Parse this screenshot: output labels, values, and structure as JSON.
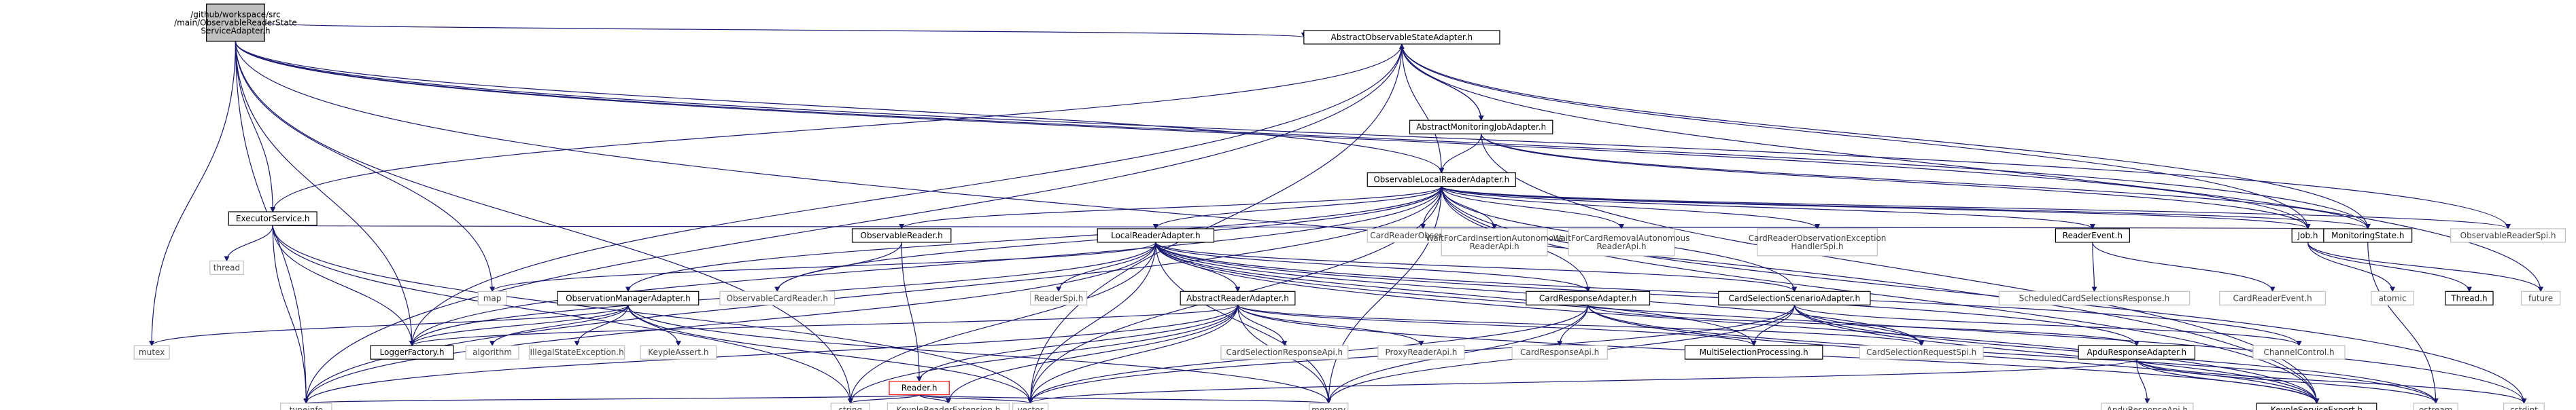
{
  "colors": {
    "edge": "#191970",
    "node_border": "#000000",
    "node_fill": "#ffffff",
    "plain_border": "#bfbfbf",
    "plain_text": "#3f3f3f",
    "focus_fill": "#bfbfbf",
    "red": "#ff0000"
  },
  "nodes": [
    {
      "id": "root",
      "lines": [
        "/github/workspace/src",
        "/main/ObservableReaderState",
        "ServiceAdapter.h"
      ],
      "kind": "focus"
    },
    {
      "id": "aosa",
      "lines": [
        "AbstractObservableStateAdapter.h"
      ],
      "kind": "boxed"
    },
    {
      "id": "amja",
      "lines": [
        "AbstractMonitoringJobAdapter.h"
      ],
      "kind": "boxed"
    },
    {
      "id": "olra",
      "lines": [
        "ObservableLocalReaderAdapter.h"
      ],
      "kind": "boxed"
    },
    {
      "id": "exec",
      "lines": [
        "ExecutorService.h"
      ],
      "kind": "boxed"
    },
    {
      "id": "thread",
      "lines": [
        "thread"
      ],
      "kind": "plain"
    },
    {
      "id": "obsr",
      "lines": [
        "ObservableReader.h"
      ],
      "kind": "boxed"
    },
    {
      "id": "lra",
      "lines": [
        "LocalReaderAdapter.h"
      ],
      "kind": "boxed"
    },
    {
      "id": "crospi",
      "lines": [
        "CardReaderObserverSpi.h"
      ],
      "kind": "plain"
    },
    {
      "id": "wfcia",
      "lines": [
        "WaitForCardInsertionAutonomous",
        "ReaderApi.h"
      ],
      "kind": "plain"
    },
    {
      "id": "wfcra",
      "lines": [
        "WaitForCardRemovalAutonomous",
        "ReaderApi.h"
      ],
      "kind": "plain"
    },
    {
      "id": "croeh",
      "lines": [
        "CardReaderObservationException",
        "HandlerSpi.h"
      ],
      "kind": "plain"
    },
    {
      "id": "rev",
      "lines": [
        "ReaderEvent.h"
      ],
      "kind": "boxed"
    },
    {
      "id": "job",
      "lines": [
        "Job.h"
      ],
      "kind": "boxed"
    },
    {
      "id": "mon",
      "lines": [
        "MonitoringState.h"
      ],
      "kind": "boxed"
    },
    {
      "id": "orspi",
      "lines": [
        "ObservableReaderSpi.h"
      ],
      "kind": "plain"
    },
    {
      "id": "map",
      "lines": [
        "map"
      ],
      "kind": "plain"
    },
    {
      "id": "oma",
      "lines": [
        "ObservationManagerAdapter.h"
      ],
      "kind": "boxed"
    },
    {
      "id": "ocr",
      "lines": [
        "ObservableCardReader.h"
      ],
      "kind": "plain"
    },
    {
      "id": "rspi",
      "lines": [
        "ReaderSpi.h"
      ],
      "kind": "plain"
    },
    {
      "id": "ara",
      "lines": [
        "AbstractReaderAdapter.h"
      ],
      "kind": "boxed"
    },
    {
      "id": "cra",
      "lines": [
        "CardResponseAdapter.h"
      ],
      "kind": "boxed"
    },
    {
      "id": "csca",
      "lines": [
        "CardSelectionScenarioAdapter.h"
      ],
      "kind": "boxed"
    },
    {
      "id": "scsr",
      "lines": [
        "ScheduledCardSelectionsResponse.h"
      ],
      "kind": "plain"
    },
    {
      "id": "crev",
      "lines": [
        "CardReaderEvent.h"
      ],
      "kind": "plain"
    },
    {
      "id": "atomic",
      "lines": [
        "atomic"
      ],
      "kind": "plain"
    },
    {
      "id": "threadh",
      "lines": [
        "Thread.h"
      ],
      "kind": "boxed"
    },
    {
      "id": "future",
      "lines": [
        "future"
      ],
      "kind": "plain"
    },
    {
      "id": "mutex",
      "lines": [
        "mutex"
      ],
      "kind": "plain"
    },
    {
      "id": "logf",
      "lines": [
        "LoggerFactory.h"
      ],
      "kind": "boxed"
    },
    {
      "id": "algo",
      "lines": [
        "algorithm"
      ],
      "kind": "plain"
    },
    {
      "id": "ise",
      "lines": [
        "IllegalStateException.h"
      ],
      "kind": "plain"
    },
    {
      "id": "kassert",
      "lines": [
        "KeypleAssert.h"
      ],
      "kind": "plain"
    },
    {
      "id": "csrapi",
      "lines": [
        "CardSelectionResponseApi.h"
      ],
      "kind": "plain"
    },
    {
      "id": "prapi",
      "lines": [
        "ProxyReaderApi.h"
      ],
      "kind": "plain"
    },
    {
      "id": "crapi",
      "lines": [
        "CardResponseApi.h"
      ],
      "kind": "plain"
    },
    {
      "id": "msp",
      "lines": [
        "MultiSelectionProcessing.h"
      ],
      "kind": "boxed"
    },
    {
      "id": "csreq",
      "lines": [
        "CardSelectionRequestSpi.h"
      ],
      "kind": "plain"
    },
    {
      "id": "ara2",
      "lines": [
        "ApduResponseAdapter.h"
      ],
      "kind": "boxed"
    },
    {
      "id": "chctl",
      "lines": [
        "ChannelControl.h"
      ],
      "kind": "plain"
    },
    {
      "id": "reader",
      "lines": [
        "Reader.h"
      ],
      "kind": "red"
    },
    {
      "id": "typeinfo",
      "lines": [
        "typeinfo"
      ],
      "kind": "plain"
    },
    {
      "id": "string",
      "lines": [
        "string"
      ],
      "kind": "plain"
    },
    {
      "id": "kre",
      "lines": [
        "KeypleReaderExtension.h"
      ],
      "kind": "plain"
    },
    {
      "id": "vector",
      "lines": [
        "vector"
      ],
      "kind": "plain"
    },
    {
      "id": "memory",
      "lines": [
        "memory"
      ],
      "kind": "plain"
    },
    {
      "id": "araapi",
      "lines": [
        "ApduResponseApi.h"
      ],
      "kind": "plain"
    },
    {
      "id": "kse",
      "lines": [
        "KeypleServiceExport.h"
      ],
      "kind": "boxed"
    },
    {
      "id": "ostream",
      "lines": [
        "ostream"
      ],
      "kind": "plain"
    },
    {
      "id": "cstdint",
      "lines": [
        "cstdint"
      ],
      "kind": "plain"
    }
  ],
  "edges": [
    [
      "root",
      "aosa"
    ],
    [
      "root",
      "olra"
    ],
    [
      "root",
      "exec"
    ],
    [
      "root",
      "map"
    ],
    [
      "root",
      "mutex"
    ],
    [
      "root",
      "logf"
    ],
    [
      "root",
      "typeinfo"
    ],
    [
      "root",
      "mon"
    ],
    [
      "root",
      "orspi"
    ],
    [
      "root",
      "kse"
    ],
    [
      "root",
      "string"
    ],
    [
      "root",
      "job"
    ],
    [
      "aosa",
      "amja"
    ],
    [
      "aosa",
      "olra"
    ],
    [
      "aosa",
      "exec"
    ],
    [
      "aosa",
      "job"
    ],
    [
      "aosa",
      "mon"
    ],
    [
      "aosa",
      "logf"
    ],
    [
      "aosa",
      "typeinfo"
    ],
    [
      "aosa",
      "vector"
    ],
    [
      "aosa",
      "future"
    ],
    [
      "amja",
      "aosa"
    ],
    [
      "amja",
      "olra"
    ],
    [
      "amja",
      "job"
    ],
    [
      "amja",
      "mon"
    ],
    [
      "amja",
      "kse"
    ],
    [
      "exec",
      "thread"
    ],
    [
      "exec",
      "logf"
    ],
    [
      "exec",
      "typeinfo"
    ],
    [
      "exec",
      "vector"
    ],
    [
      "exec",
      "string"
    ],
    [
      "exec",
      "job"
    ],
    [
      "olra",
      "obsr"
    ],
    [
      "olra",
      "lra"
    ],
    [
      "olra",
      "crospi"
    ],
    [
      "olra",
      "wfcia"
    ],
    [
      "olra",
      "wfcra"
    ],
    [
      "olra",
      "croeh"
    ],
    [
      "olra",
      "rev"
    ],
    [
      "olra",
      "job"
    ],
    [
      "olra",
      "mon"
    ],
    [
      "olra",
      "orspi"
    ],
    [
      "olra",
      "oma"
    ],
    [
      "olra",
      "ocr"
    ],
    [
      "olra",
      "cra"
    ],
    [
      "olra",
      "csca"
    ],
    [
      "olra",
      "logf"
    ],
    [
      "olra",
      "memory"
    ],
    [
      "olra",
      "vector"
    ],
    [
      "olra",
      "kse"
    ],
    [
      "olra",
      "typeinfo"
    ],
    [
      "olra",
      "cstdint"
    ],
    [
      "obsr",
      "reader"
    ],
    [
      "obsr",
      "ocr"
    ],
    [
      "lra",
      "ara"
    ],
    [
      "lra",
      "rspi"
    ],
    [
      "lra",
      "map"
    ],
    [
      "lra",
      "logf"
    ],
    [
      "lra",
      "cra"
    ],
    [
      "lra",
      "csca"
    ],
    [
      "lra",
      "ara2"
    ],
    [
      "lra",
      "typeinfo"
    ],
    [
      "lra",
      "string"
    ],
    [
      "lra",
      "vector"
    ],
    [
      "lra",
      "memory"
    ],
    [
      "lra",
      "kse"
    ],
    [
      "lra",
      "csreq"
    ],
    [
      "lra",
      "msp"
    ],
    [
      "lra",
      "chctl"
    ],
    [
      "lra",
      "cstdint"
    ],
    [
      "rev",
      "scsr"
    ],
    [
      "rev",
      "crev"
    ],
    [
      "job",
      "atomic"
    ],
    [
      "job",
      "threadh"
    ],
    [
      "job",
      "future"
    ],
    [
      "mon",
      "ostream"
    ],
    [
      "oma",
      "mutex"
    ],
    [
      "oma",
      "logf"
    ],
    [
      "oma",
      "algo"
    ],
    [
      "oma",
      "ise"
    ],
    [
      "oma",
      "kassert"
    ],
    [
      "oma",
      "vector"
    ],
    [
      "oma",
      "memory"
    ],
    [
      "ara",
      "reader"
    ],
    [
      "ara",
      "csrapi"
    ],
    [
      "ara",
      "prapi"
    ],
    [
      "ara",
      "msp"
    ],
    [
      "ara",
      "csreq"
    ],
    [
      "ara",
      "logf"
    ],
    [
      "ara",
      "kre"
    ],
    [
      "ara",
      "typeinfo"
    ],
    [
      "ara",
      "string"
    ],
    [
      "ara",
      "vector"
    ],
    [
      "ara",
      "memory"
    ],
    [
      "ara",
      "kse"
    ],
    [
      "cra",
      "crapi"
    ],
    [
      "cra",
      "ara2"
    ],
    [
      "cra",
      "vector"
    ],
    [
      "cra",
      "memory"
    ],
    [
      "cra",
      "kse"
    ],
    [
      "cra",
      "ostream"
    ],
    [
      "csca",
      "msp"
    ],
    [
      "csca",
      "csreq"
    ],
    [
      "csca",
      "chctl"
    ],
    [
      "csca",
      "vector"
    ],
    [
      "csca",
      "memory"
    ],
    [
      "csca",
      "kse"
    ],
    [
      "csca",
      "ostream"
    ],
    [
      "ara2",
      "araapi"
    ],
    [
      "ara2",
      "vector"
    ],
    [
      "ara2",
      "kse"
    ],
    [
      "ara2",
      "ostream"
    ],
    [
      "ara2",
      "cstdint"
    ],
    [
      "reader",
      "kre"
    ],
    [
      "reader",
      "typeinfo"
    ],
    [
      "reader",
      "string"
    ],
    [
      "reader",
      "vector"
    ],
    [
      "reader",
      "memory"
    ]
  ]
}
